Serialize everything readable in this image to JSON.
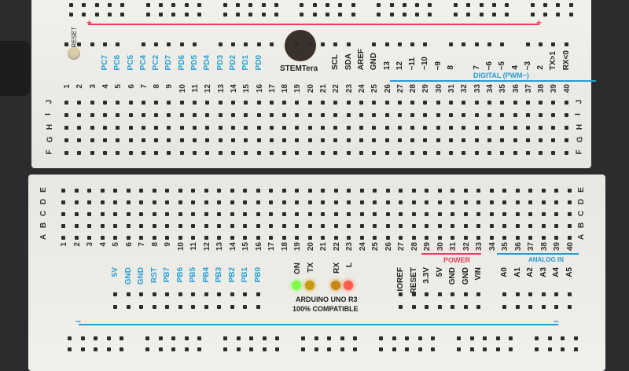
{
  "logo": {
    "text": "STEMTera"
  },
  "reset_label": "RESET",
  "top_pin_labels": [
    {
      "col": 4,
      "text": "PC7",
      "color": "blue"
    },
    {
      "col": 5,
      "text": "PC6",
      "color": "blue"
    },
    {
      "col": 6,
      "text": "PC5",
      "color": "blue"
    },
    {
      "col": 7,
      "text": "PC4",
      "color": "blue"
    },
    {
      "col": 8,
      "text": "PC2",
      "color": "blue"
    },
    {
      "col": 9,
      "text": "PD7",
      "color": "blue"
    },
    {
      "col": 10,
      "text": "PD6",
      "color": "blue"
    },
    {
      "col": 11,
      "text": "PD5",
      "color": "blue"
    },
    {
      "col": 12,
      "text": "PD4",
      "color": "blue"
    },
    {
      "col": 13,
      "text": "PD3",
      "color": "blue"
    },
    {
      "col": 14,
      "text": "PD2",
      "color": "blue"
    },
    {
      "col": 15,
      "text": "PD1",
      "color": "blue"
    },
    {
      "col": 16,
      "text": "PD0",
      "color": "blue"
    },
    {
      "col": 22,
      "text": "SCL",
      "color": "blk"
    },
    {
      "col": 23,
      "text": "SDA",
      "color": "blk"
    },
    {
      "col": 24,
      "text": "AREF",
      "color": "blk"
    },
    {
      "col": 25,
      "text": "GND",
      "color": "blk"
    },
    {
      "col": 26,
      "text": "13",
      "color": "blk"
    },
    {
      "col": 27,
      "text": "12",
      "color": "blk"
    },
    {
      "col": 28,
      "text": "~11",
      "color": "blk"
    },
    {
      "col": 29,
      "text": "~10",
      "color": "blk"
    },
    {
      "col": 30,
      "text": "~9",
      "color": "blk"
    },
    {
      "col": 31,
      "text": "8",
      "color": "blk"
    },
    {
      "col": 33,
      "text": "7",
      "color": "blk"
    },
    {
      "col": 34,
      "text": "~6",
      "color": "blk"
    },
    {
      "col": 35,
      "text": "~5",
      "color": "blk"
    },
    {
      "col": 36,
      "text": "4",
      "color": "blk"
    },
    {
      "col": 37,
      "text": "~3",
      "color": "blk"
    },
    {
      "col": 38,
      "text": "2",
      "color": "blk"
    },
    {
      "col": 39,
      "text": "TX>1",
      "color": "blk"
    },
    {
      "col": 40,
      "text": "RX<0",
      "color": "blk"
    }
  ],
  "digital_label": "DIGITAL (PWM~)",
  "top_row_letters": [
    "J",
    "I",
    "H",
    "G",
    "F"
  ],
  "bottom_row_letters": [
    "E",
    "D",
    "C",
    "B",
    "A"
  ],
  "bottom_pin_labels": [
    {
      "col": 5,
      "text": "5V",
      "color": "blue"
    },
    {
      "col": 6,
      "text": "GND",
      "color": "blue"
    },
    {
      "col": 7,
      "text": "GND",
      "color": "blue"
    },
    {
      "col": 8,
      "text": "RST",
      "color": "blue"
    },
    {
      "col": 9,
      "text": "PB7",
      "color": "blue"
    },
    {
      "col": 10,
      "text": "PB6",
      "color": "blue"
    },
    {
      "col": 11,
      "text": "PB5",
      "color": "blue"
    },
    {
      "col": 12,
      "text": "PB4",
      "color": "blue"
    },
    {
      "col": 13,
      "text": "PB3",
      "color": "blue"
    },
    {
      "col": 14,
      "text": "PB2",
      "color": "blue"
    },
    {
      "col": 15,
      "text": "PB1",
      "color": "blue"
    },
    {
      "col": 16,
      "text": "PB0",
      "color": "blue"
    },
    {
      "col": 27,
      "text": "IOREF",
      "color": "blk"
    },
    {
      "col": 28,
      "text": "RESET",
      "color": "blk"
    },
    {
      "col": 29,
      "text": "3.3V",
      "color": "blk"
    },
    {
      "col": 30,
      "text": "5V",
      "color": "blk"
    },
    {
      "col": 31,
      "text": "GND",
      "color": "blk"
    },
    {
      "col": 32,
      "text": "GND",
      "color": "blk"
    },
    {
      "col": 33,
      "text": "VIN",
      "color": "blk"
    },
    {
      "col": 35,
      "text": "A0",
      "color": "blk"
    },
    {
      "col": 36,
      "text": "A1",
      "color": "blk"
    },
    {
      "col": 37,
      "text": "A2",
      "color": "blk"
    },
    {
      "col": 38,
      "text": "A3",
      "color": "blk"
    },
    {
      "col": 39,
      "text": "A4",
      "color": "blk"
    },
    {
      "col": 40,
      "text": "A5",
      "color": "blk"
    }
  ],
  "power_label": "POWER",
  "analog_label": "ANALOG IN",
  "leds": [
    {
      "col": 19,
      "text": "ON",
      "color": "#7dff4a"
    },
    {
      "col": 20,
      "text": "TX",
      "color": "#c99a10"
    },
    {
      "col": 22,
      "text": "RX",
      "color": "#c9860e"
    },
    {
      "col": 23,
      "text": "L",
      "color": "#ff5a4a"
    }
  ],
  "board_text": [
    "ARDUINO UNO R3",
    "100% COMPATIBLE"
  ],
  "rail_signs": {
    "plus": "+",
    "minus": "−"
  },
  "colors": {
    "red_rail": "#e8405a",
    "blue_rail": "#2a9ad6",
    "pin_blue": "#2aa0d8"
  }
}
